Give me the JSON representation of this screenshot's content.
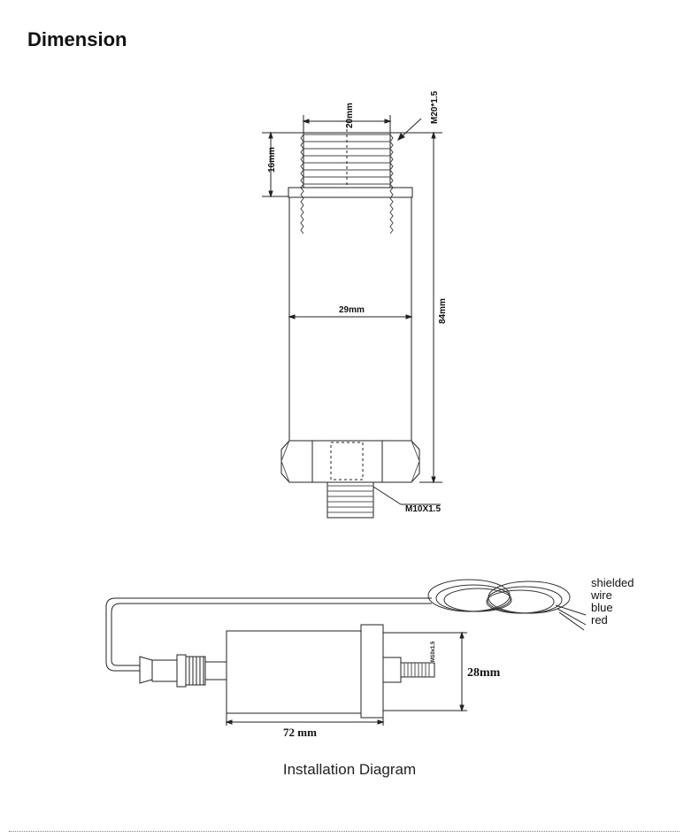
{
  "header": {
    "title": "Dimension"
  },
  "top_diagram": {
    "labels": {
      "thread_width": "20mm",
      "thread_spec": "M20*1.5",
      "thread_height": "16mm",
      "body_width": "29mm",
      "total_height": "84mm",
      "bottom_thread": "M10X1.5"
    }
  },
  "bottom_diagram": {
    "labels": {
      "wire_1": "shielded",
      "wire_2": "wire",
      "wire_3": "blue",
      "wire_4": "red",
      "thread_spec": "M10x1.5",
      "height": "28mm",
      "length": "72 mm"
    },
    "caption": "Installation Diagram"
  }
}
